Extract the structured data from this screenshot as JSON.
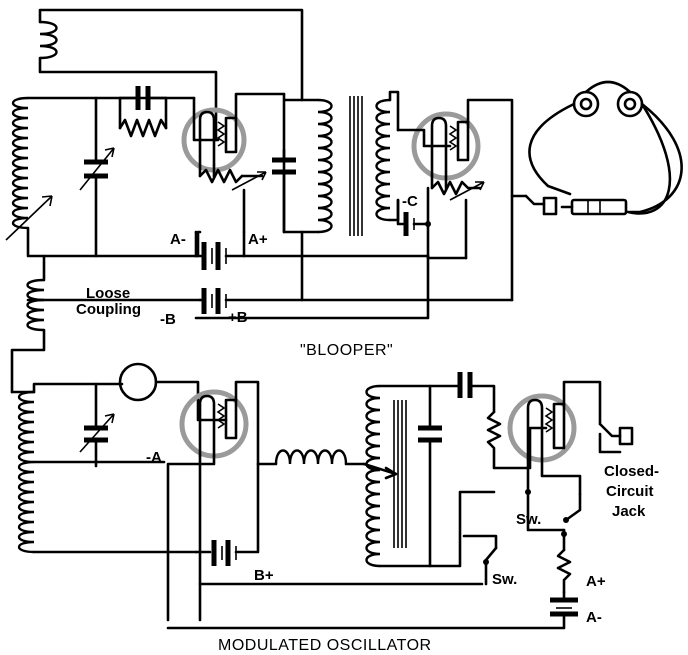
{
  "labels": {
    "a_minus_top": "A-",
    "a_plus_top": "A+",
    "c_minus": "-C",
    "loose_coupling_line1": "Loose",
    "loose_coupling_line2": "Coupling",
    "b_minus": "-B",
    "b_plus_top": "+B",
    "blooper": "\"BLOOPER\"",
    "a_minus_osc": "-A",
    "b_plus_osc": "B+",
    "closed_circuit_line1": "Closed-",
    "closed_circuit_line2": "Circuit",
    "closed_circuit_line3": "Jack",
    "switch_upper": "Sw.",
    "switch_lower": "Sw.",
    "a_plus_osc": "A+",
    "a_minus_bottom": "A-",
    "modulated_oscillator": "MODULATED OSCILLATOR"
  }
}
